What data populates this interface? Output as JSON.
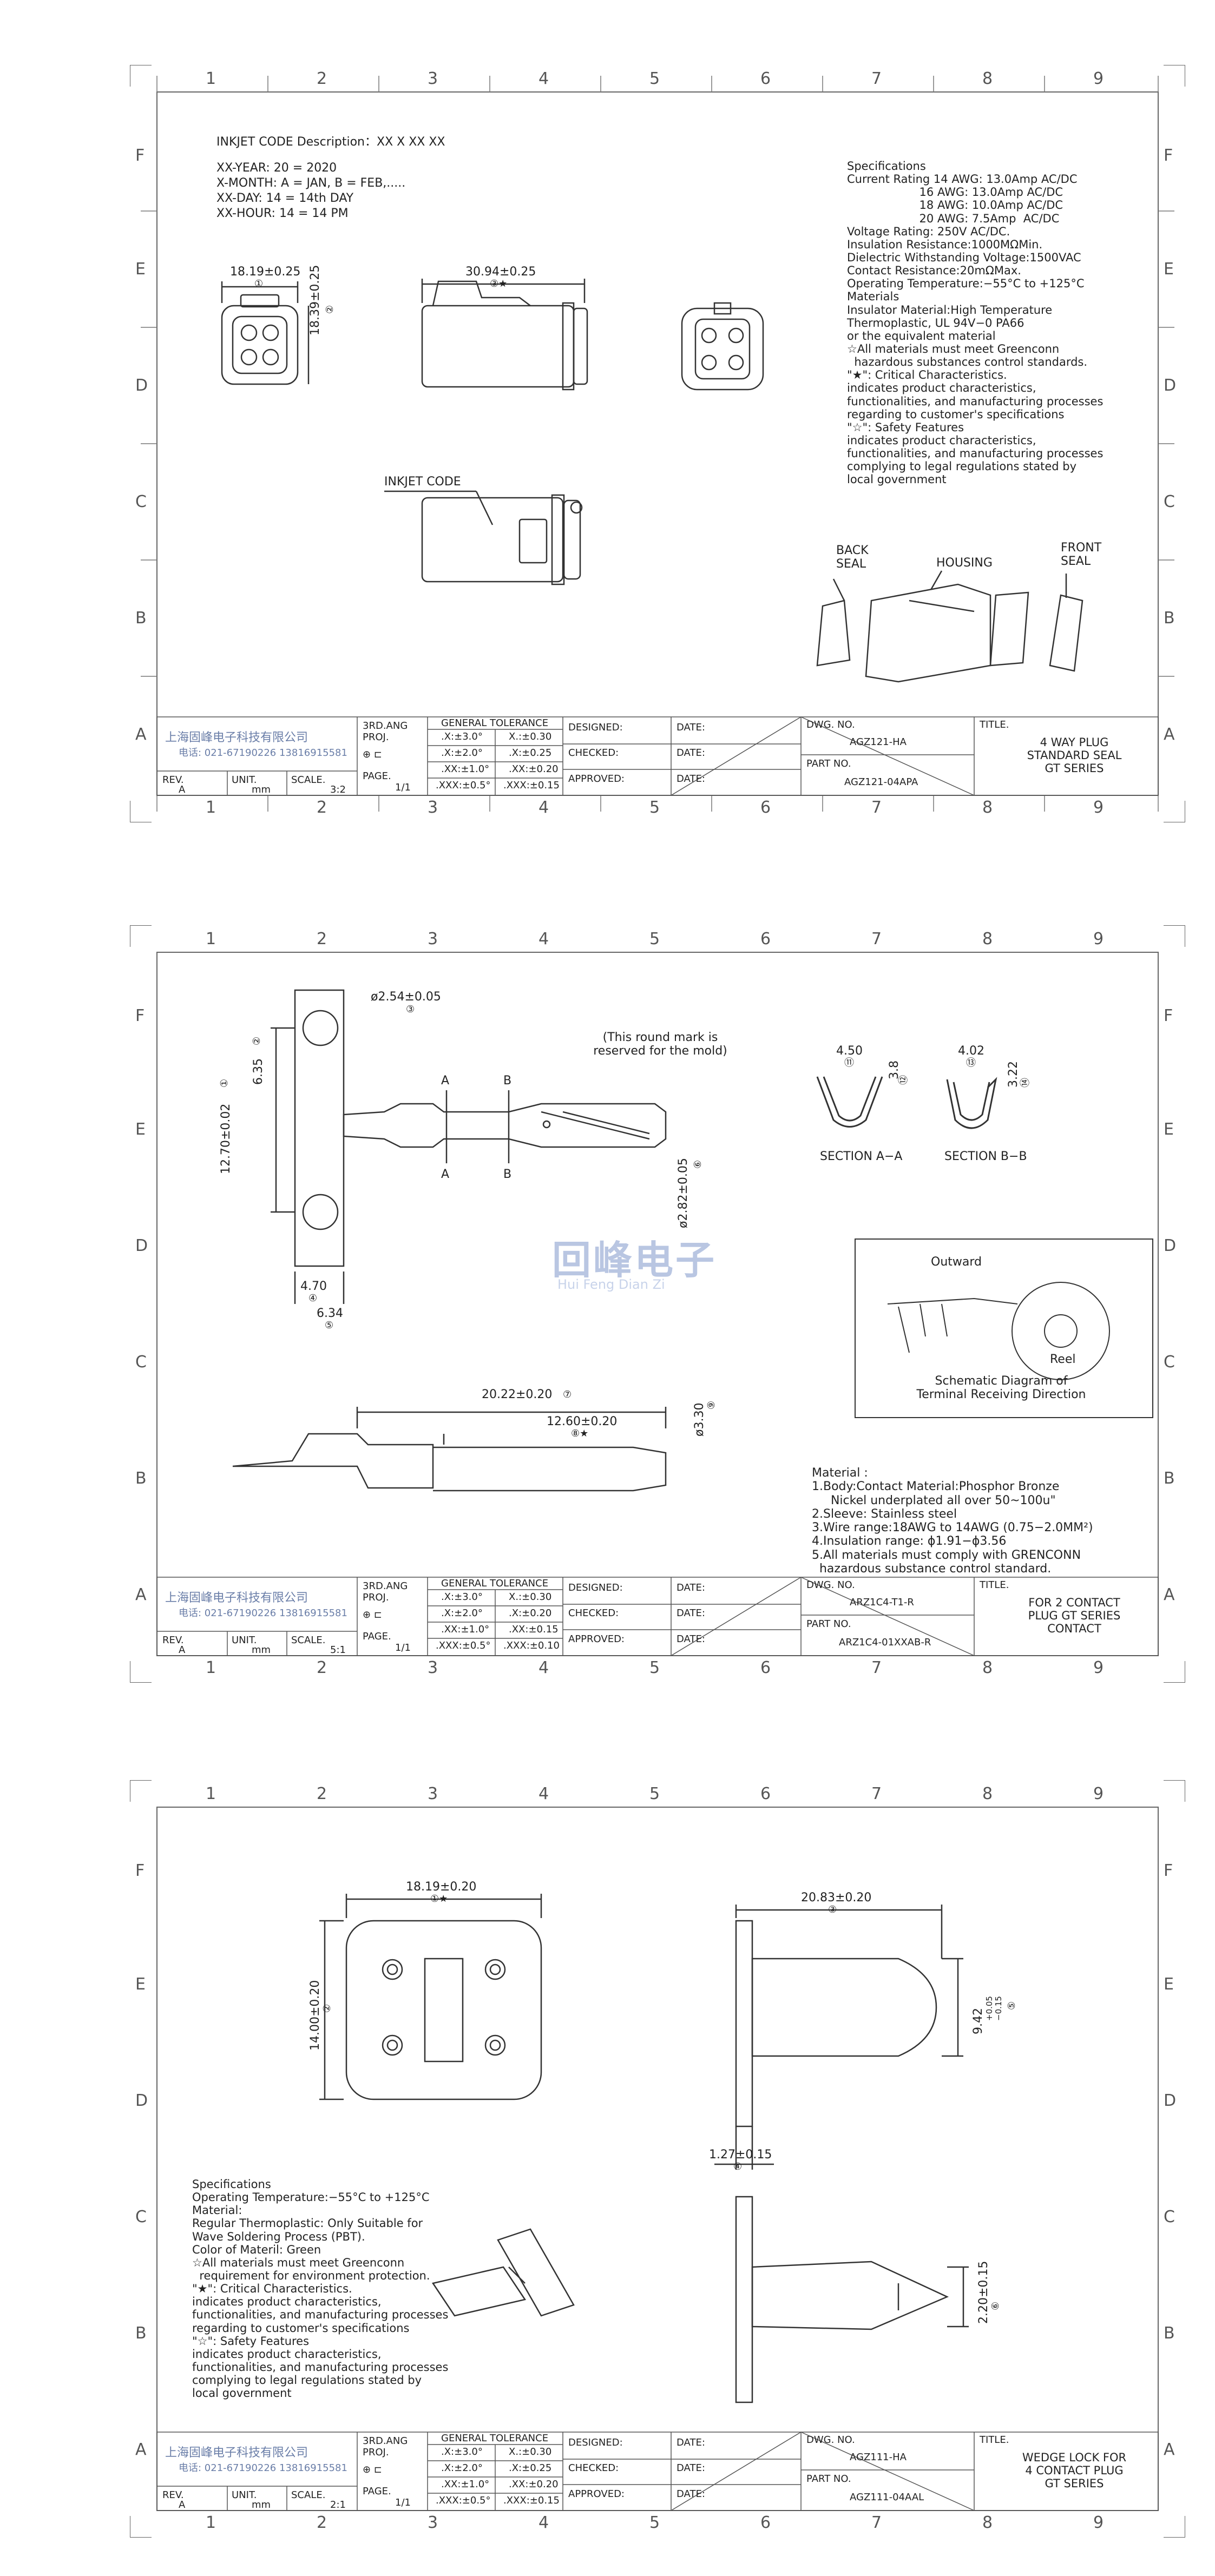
{
  "grid": {
    "columns": [
      "1",
      "2",
      "3",
      "4",
      "5",
      "6",
      "7",
      "8",
      "9"
    ],
    "rows": [
      "F",
      "E",
      "D",
      "C",
      "B",
      "A"
    ]
  },
  "company": {
    "name": "上海固峰电子科技有限公司",
    "contact": "电话: 021-67190226  13816915581"
  },
  "sheet1": {
    "inkjet_title": "INKJET CODE Description：XX X XX XX",
    "inkjet_lines": [
      "XX-YEAR:   20  =  2020",
      "X-MONTH:  A  =  JAN, B  =  FEB,.....",
      "XX-DAY:    14  =  14th DAY",
      "XX-HOUR:  14  =  14 PM"
    ],
    "dim_width": "18.19±0.25",
    "dim_width_tag": "①",
    "dim_height": "18.39±0.25",
    "dim_height_tag": "②",
    "dim_length": "30.94±0.25",
    "dim_length_tag": "③★",
    "inkjet_code_label": "INKJET CODE",
    "spec_lines": [
      "Specifications",
      "Current Rating 14 AWG: 13.0Amp AC/DC",
      "                    16 AWG: 13.0Amp AC/DC",
      "                    18 AWG: 10.0Amp AC/DC",
      "                    20 AWG: 7.5Amp  AC/DC",
      "Voltage Rating: 250V AC/DC.",
      "Insulation Resistance:1000MΩMin.",
      "Dielectric Withstanding Voltage:1500VAC",
      "Contact Resistance:20mΩMax.",
      "Operating Temperature:−55°C to +125°C",
      "Materials",
      "Insulator Material:High Temperature",
      "Thermoplastic, UL 94V−0 PA66",
      "or the equivalent material",
      "☆All materials must meet Greenconn",
      "  hazardous substances control standards.",
      "\"★\": Critical Characteristics.",
      "indicates product characteristics,",
      "functionalities, and manufacturing processes",
      "regarding to customer's specifications",
      "\"☆\": Safety Features",
      "indicates product characteristics,",
      "functionalities, and manufacturing processes",
      "complying to legal regulations stated by",
      "local government"
    ],
    "back_seal": "BACK\nSEAL",
    "housing": "HOUSING",
    "front_seal": "FRONT\nSEAL",
    "title": "4 WAY PLUG\nSTANDARD SEAL\nGT SERIES",
    "dwg_no": "AGZ121-HA",
    "part_no": "AGZ121-04APA",
    "rev": "A",
    "unit": "mm",
    "scale": "3:2",
    "page": "1/1"
  },
  "sheet2": {
    "dim_254": "ø2.54±0.05",
    "dim_254_tag": "③",
    "dim_1270": "12.70±0.02",
    "dim_1270_tag": "①",
    "dim_635": "6.35",
    "dim_635_tag": "②",
    "dim_470": "4.70",
    "dim_470_tag": "④",
    "dim_634": "6.34",
    "dim_634_tag": "⑤",
    "round_mark": "(This round mark is\nreserved for the mold)",
    "dim_282": "ø2.82±0.05",
    "dim_282_tag": "⑥",
    "section_a_w": "4.50",
    "section_a_w_tag": "⑪",
    "section_a_h": "3.8",
    "section_a_h_tag": "⑫",
    "section_aa": "SECTION A−A",
    "section_b_w": "4.02",
    "section_b_w_tag": "⑬",
    "section_b_h": "3.22",
    "section_b_h_tag": "⑭",
    "section_bb": "SECTION B−B",
    "outward": "Outward",
    "reel": "Reel",
    "schematic": "Schematic Diagram of\nTerminal Receiving Direction",
    "dim_2022": "20.22±0.20",
    "dim_2022_tag": "⑦",
    "dim_1260": "12.60±0.20",
    "dim_1260_tag": "⑧★",
    "dim_330": "ø3.30",
    "dim_330_tag": "⑨",
    "label_a": "A",
    "label_b": "B",
    "material_lines": [
      "Material :",
      "1.Body:Contact Material:Phosphor Bronze",
      "     Nickel underplated all over 50~100u\"",
      "2.Sleeve: Stainless steel",
      "3.Wire range:18AWG to 14AWG (0.75−2.0MM²)",
      "4.Insulation range: ϕ1.91−ϕ3.56",
      "5.All materials must comply with GRENCONN",
      "  hazardous substance control standard."
    ],
    "watermark": "回峰电子",
    "watermark_sub": "Hui Feng Dian Zi",
    "title": "FOR 2 CONTACT\nPLUG GT SERIES\nCONTACT",
    "dwg_no": "ARZ1C4-T1-R",
    "part_no": "ARZ1C4-01XXAB-R",
    "rev": "A",
    "unit": "mm",
    "scale": "5:1",
    "page": "1/1"
  },
  "sheet3": {
    "dim_1819": "18.19±0.20",
    "dim_1819_tag": "①★",
    "dim_1400": "14.00±0.20",
    "dim_1400_tag": "②",
    "dim_2083": "20.83±0.20",
    "dim_2083_tag": "③",
    "dim_942": "9.42",
    "dim_942_tol": "+0.05\n−0.15",
    "dim_942_tag": "⑤",
    "dim_127": "1.27±0.15",
    "dim_127_tag": "④",
    "dim_220": "2.20±0.15",
    "dim_220_tag": "⑥",
    "spec_lines": [
      "Specifications",
      "Operating Temperature:−55°C to +125°C",
      "Material:",
      "Regular Thermoplastic: Only Suitable for",
      "Wave Soldering Process (PBT).",
      "Color of Materil: Green",
      "☆All materials must meet Greenconn",
      "  requirement for environment protection.",
      "\"★\": Critical Characteristics.",
      "indicates product characteristics,",
      "functionalities, and manufacturing processes",
      "regarding to customer's specifications",
      "\"☆\": Safety Features",
      "indicates product characteristics,",
      "functionalities, and manufacturing processes",
      "complying to legal regulations stated by",
      "local government"
    ],
    "title": "WEDGE LOCK FOR\n4 CONTACT PLUG\nGT SERIES",
    "dwg_no": "AGZ111-HA",
    "part_no": "AGZ111-04AAL",
    "rev": "A",
    "unit": "mm",
    "scale": "2:1",
    "page": "1/1"
  },
  "tblock": {
    "ang_label": "3RD.ANG\nPROJ.",
    "general_tolerance": "GENERAL TOLERANCE",
    "tol_a": [
      ".X:±3.0°",
      ".X:±2.0°",
      ".XX:±1.0°",
      ".XXX:±0.5°"
    ],
    "tol_b1": [
      "X.:±0.30",
      ".X:±0.25",
      ".XX:±0.20",
      ".XXX:±0.15"
    ],
    "tol_b2": [
      "X.:±0.30",
      ".X:±0.20",
      ".XX:±0.15",
      ".XXX:±0.10"
    ],
    "tol_b3": [
      "X.:±0.30",
      ".X:±0.25",
      ".XX:±0.20",
      ".XXX:±0.15"
    ],
    "designed": "DESIGNED:",
    "checked": "CHECKED:",
    "approved": "APPROVED:",
    "date": "DATE:",
    "dwg_no_label": "DWG. NO.",
    "part_no_label": "PART NO.",
    "title_label": "TITLE.",
    "rev_label": "REV.",
    "unit_label": "UNIT.",
    "scale_label": "SCALE.",
    "page_label": "PAGE."
  }
}
